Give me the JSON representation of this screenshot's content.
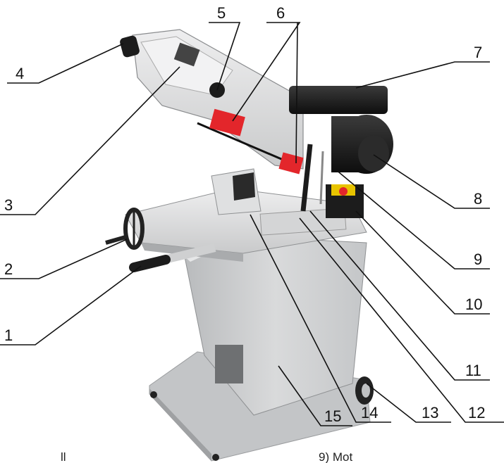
{
  "callouts": {
    "c1": "1",
    "c2": "2",
    "c3": "3",
    "c4": "4",
    "c5": "5",
    "c6": "6",
    "c7": "7",
    "c8": "8",
    "c9": "9",
    "c10": "10",
    "c11": "11",
    "c12": "12",
    "c13": "13",
    "c14": "14",
    "c15": "15"
  },
  "bottom_text": {
    "left": "ll",
    "right": "9) Mot"
  },
  "colors": {
    "machine_gray": "#d7d8d9",
    "stand_gray": "#c9cbcd",
    "accent_red": "#e3262b",
    "motor_black": "#1c1c1c",
    "label_ink": "#111111"
  }
}
